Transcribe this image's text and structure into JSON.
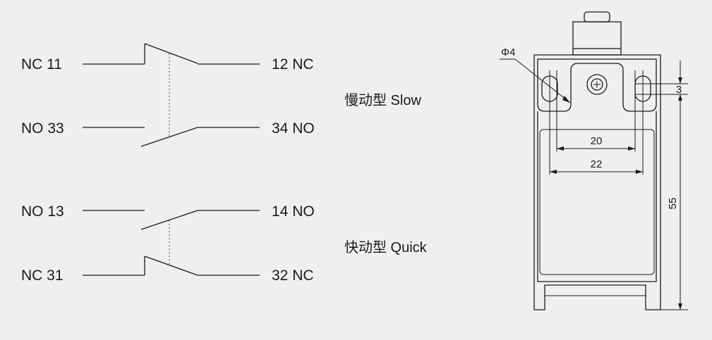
{
  "schematic": {
    "slow": {
      "mode_label": "慢动型 Slow",
      "top_left": "NC 11",
      "top_right": "12 NC",
      "bottom_left": "NO 33",
      "bottom_right": "34 NO"
    },
    "quick": {
      "mode_label": "快动型 Quick",
      "top_left": "NO 13",
      "top_right": "14 NO",
      "bottom_left": "NC 31",
      "bottom_right": "32 NC"
    }
  },
  "dimensions": {
    "hole_diameter": "Φ4",
    "hole_spacing_inner": "20",
    "hole_spacing_outer": "22",
    "slot_offset": "3",
    "body_height": "55"
  }
}
